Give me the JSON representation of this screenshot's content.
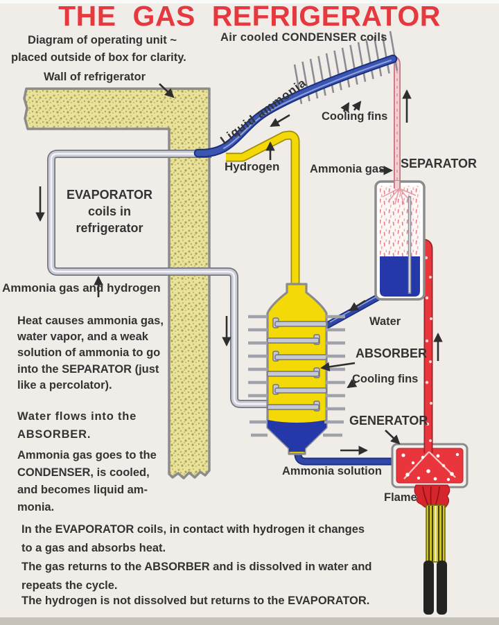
{
  "title": "THE GAS REFRIGERATOR",
  "colors": {
    "background": "#f0ede8",
    "title_red": "#e6393f",
    "text_dark": "#333333",
    "wall_insulation": "#e9e29b",
    "pipe_gray": "#cbccd8",
    "pipe_blue": "#3d55b2",
    "pipe_yellow": "#f4d908",
    "pipe_pink": "#f3ced2",
    "pipe_red": "#e8363c",
    "water_blue": "#2438aa",
    "flame_red": "#d5262e"
  },
  "labels": {
    "intro_line1": "Diagram of operating unit ~",
    "intro_line2": "placed outside of box for clarity.",
    "wall": "Wall of refrigerator",
    "air_cooled_condenser": "Air cooled CONDENSER coils",
    "liquid_ammonia": "Liquid ammonia",
    "cooling_fins_condenser": "Cooling fins",
    "hydrogen": "Hydrogen",
    "ammonia_gas": "Ammonia gas",
    "separator": "SEPARATOR",
    "evaporator_line1": "EVAPORATOR",
    "evaporator_line2": "coils in",
    "evaporator_line3": "refrigerator",
    "ammonia_gas_and_hydrogen": "Ammonia gas and hydrogen",
    "water": "Water",
    "absorber": "ABSORBER",
    "cooling_fins_absorber": "Cooling fins",
    "generator": "GENERATOR",
    "ammonia_solution": "Ammonia solution",
    "flame": "Flame"
  },
  "paragraphs": {
    "separator_note": [
      "Heat causes ammonia gas,",
      "water vapor, and a weak",
      "solution of ammonia to go",
      "into the SEPARATOR (just",
      "like a percolator)."
    ],
    "absorber_note": [
      "Water flows into the",
      "ABSORBER."
    ],
    "condenser_note": [
      "Ammonia gas goes to the",
      "CONDENSER, is cooled,",
      "and becomes liquid am-",
      "monia."
    ],
    "evaporator_note": [
      "In the EVAPORATOR coils, in contact with hydrogen it changes",
      "to a gas and absorbs heat."
    ],
    "cycle_note": [
      "The gas returns to the ABSORBER and is dissolved in water and",
      "repeats the cycle."
    ],
    "hydrogen_note": [
      "The hydrogen is not dissolved but returns to the EVAPORATOR."
    ]
  }
}
